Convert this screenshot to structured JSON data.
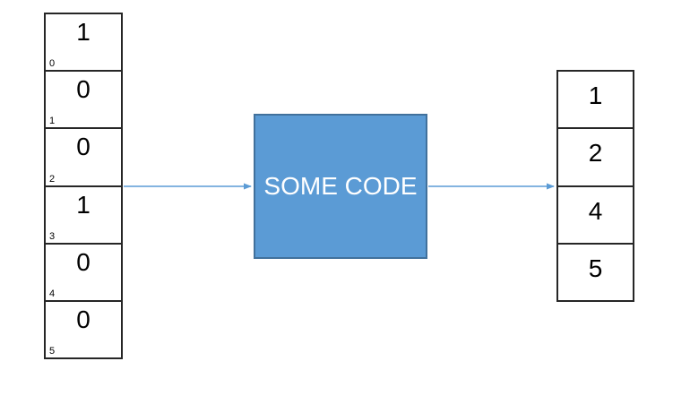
{
  "colors": {
    "accent": "#5b9bd5",
    "accent-dark": "#41719c",
    "line": "#262626",
    "text": "#000000",
    "box-text": "#ffffff"
  },
  "diagram": {
    "input_array": {
      "cells": [
        {
          "value": "1",
          "index": "0"
        },
        {
          "value": "0",
          "index": "1"
        },
        {
          "value": "0",
          "index": "2"
        },
        {
          "value": "1",
          "index": "3"
        },
        {
          "value": "0",
          "index": "4"
        },
        {
          "value": "0",
          "index": "5"
        }
      ]
    },
    "process_box": {
      "label": "SOME CODE"
    },
    "output_array": {
      "cells": [
        {
          "value": "1"
        },
        {
          "value": "2"
        },
        {
          "value": "4"
        },
        {
          "value": "5"
        }
      ]
    }
  }
}
